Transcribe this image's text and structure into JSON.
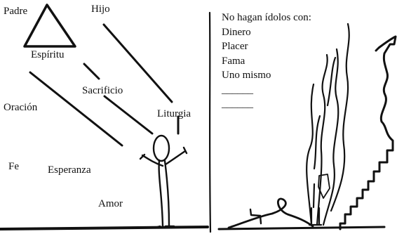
{
  "left_panel": {
    "trinity": {
      "top": "Padre",
      "right": "Hijo",
      "bottom": "Espíritu"
    },
    "channels": {
      "prayer": "Oración",
      "sacrifice": "Sacrificio",
      "liturgy": "Liturgia"
    },
    "virtues": {
      "faith": "Fe",
      "hope": "Esperanza",
      "love": "Amor"
    }
  },
  "right_panel": {
    "heading": "No hagan ídolos con:",
    "items": [
      "Dinero",
      "Placer",
      "Fama",
      "Uno mismo",
      "______",
      "______"
    ]
  }
}
